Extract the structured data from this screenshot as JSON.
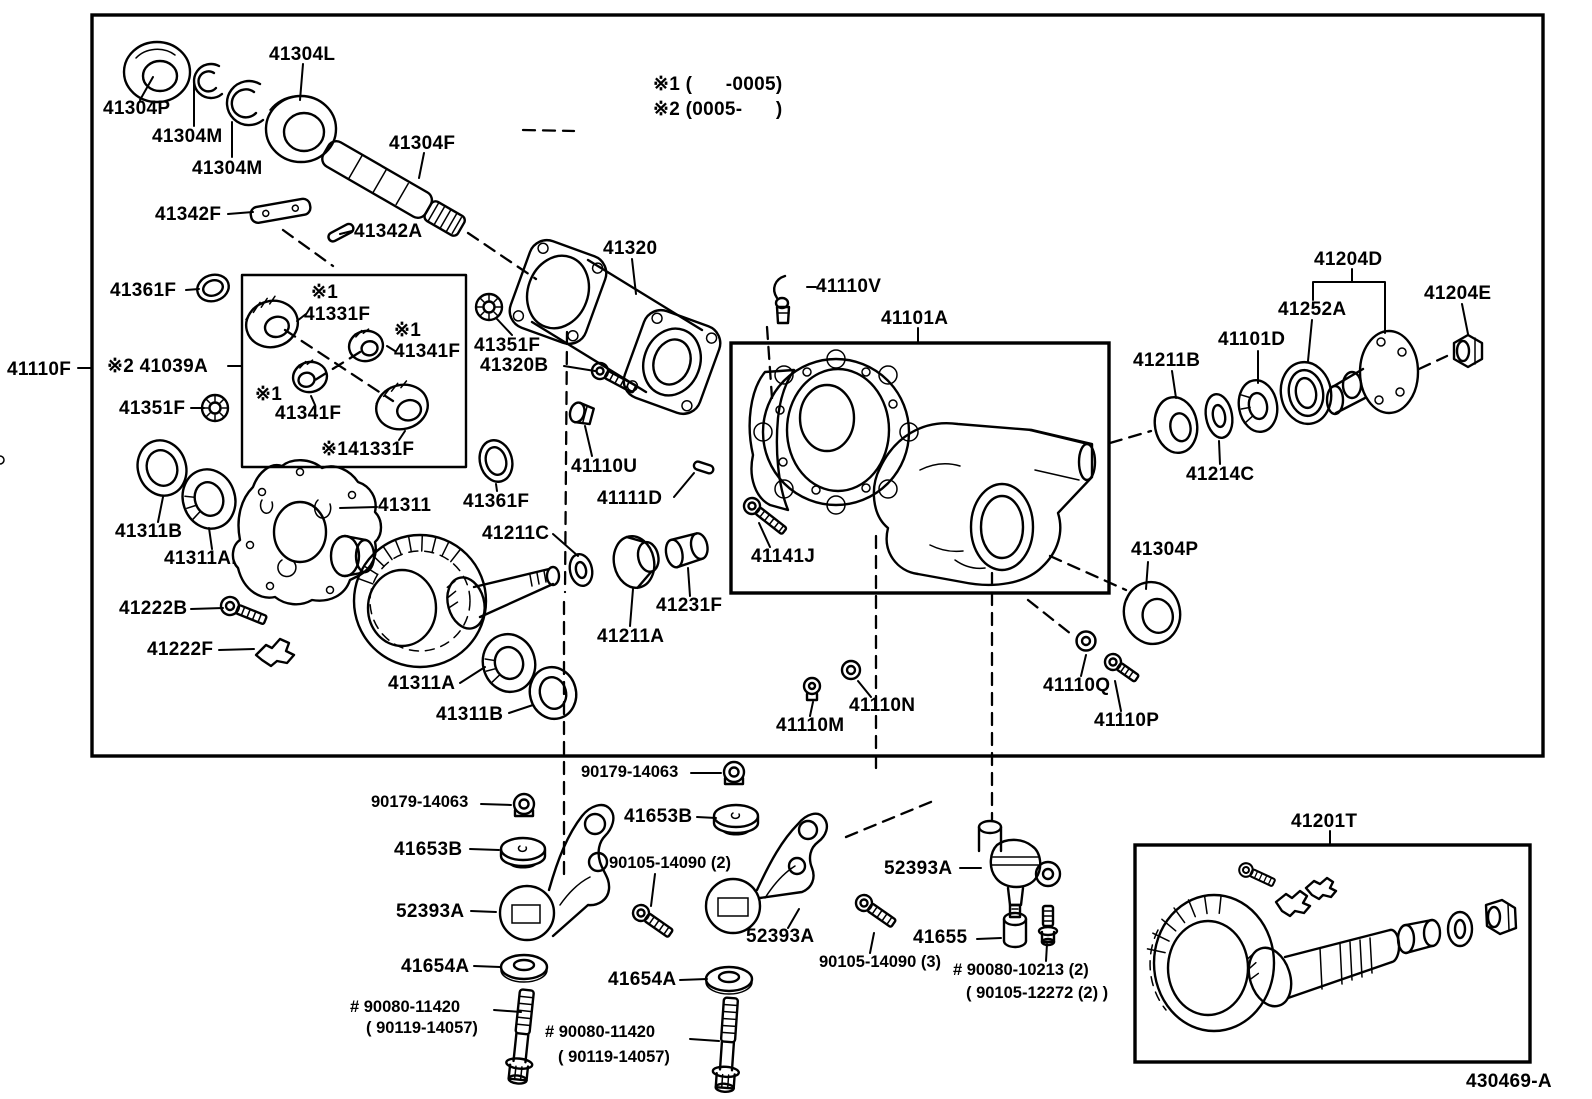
{
  "page": {
    "type": "exploded-parts-diagram",
    "drawing_code": "430469-A"
  },
  "notes": {
    "note1": "※1 (      -0005)",
    "note2": "※2 (0005-      )"
  },
  "labels": [
    {
      "id": "oil-seal-top",
      "text": "41304P"
    },
    {
      "id": "snap-ring-1",
      "text": "41304M"
    },
    {
      "id": "snap-ring-2",
      "text": "41304M"
    },
    {
      "id": "bearing-front",
      "text": "41304L"
    },
    {
      "id": "input-shaft",
      "text": "41304F"
    },
    {
      "id": "plate",
      "text": "41342F"
    },
    {
      "id": "pin-straight",
      "text": "41342A"
    },
    {
      "id": "ring-upper-left",
      "text": "41361F"
    },
    {
      "id": "final-gear-assy",
      "text": "41110F"
    },
    {
      "id": "spider-kit",
      "text": "※2 41039A"
    },
    {
      "id": "star-washer-left",
      "text": "41351F"
    },
    {
      "id": "spider-note-top",
      "text": "※1"
    },
    {
      "id": "side-gear-top",
      "text": "41331F"
    },
    {
      "id": "spider-note-right",
      "text": "※1"
    },
    {
      "id": "pinion-gear-right",
      "text": "41341F"
    },
    {
      "id": "spider-note-lower",
      "text": "※1"
    },
    {
      "id": "pinion-gear-lower",
      "text": "41341F"
    },
    {
      "id": "side-gear-bottom",
      "text": "※141331F"
    },
    {
      "id": "seal-upper",
      "text": "41311B"
    },
    {
      "id": "bearing-upper",
      "text": "41311A."
    },
    {
      "id": "bolt-case",
      "text": "41222B"
    },
    {
      "id": "lock-plate",
      "text": "41222F"
    },
    {
      "id": "diff-case",
      "text": "41311"
    },
    {
      "id": "ring-center",
      "text": "41361F"
    },
    {
      "id": "washer-plate",
      "text": "41211C"
    },
    {
      "id": "star-washer-center",
      "text": "41351F"
    },
    {
      "id": "bolt-tube",
      "text": "41320B"
    },
    {
      "id": "extension-tube",
      "text": "41320"
    },
    {
      "id": "plug",
      "text": "41110U"
    },
    {
      "id": "pin-dowel",
      "text": "41111D"
    },
    {
      "id": "breather",
      "text": "41110V"
    },
    {
      "id": "carrier-assy",
      "text": "41101A"
    },
    {
      "id": "bolt-carrier",
      "text": "41141J"
    },
    {
      "id": "bearing-cone",
      "text": "41211A"
    },
    {
      "id": "spacer-collapsible",
      "text": "41231F"
    },
    {
      "id": "bearing-lower",
      "text": "41311A"
    },
    {
      "id": "seal-lower",
      "text": "41311B"
    },
    {
      "id": "bolt-m",
      "text": "41110M"
    },
    {
      "id": "washer-n",
      "text": "41110N"
    },
    {
      "id": "nut-q",
      "text": "41110Q"
    },
    {
      "id": "bolt-p",
      "text": "41110P"
    },
    {
      "id": "oil-seal-lower",
      "text": "41304P"
    },
    {
      "id": "bearing-rear-1",
      "text": "41211B"
    },
    {
      "id": "bearing-rear-2",
      "text": "41101D"
    },
    {
      "id": "washer-rear",
      "text": "41214C"
    },
    {
      "id": "seal-rear",
      "text": "41252A"
    },
    {
      "id": "companion-flange",
      "text": "41204D"
    },
    {
      "id": "flange-nut",
      "text": "41204E"
    },
    {
      "id": "note-1",
      "text": "※1 (      -0005)"
    },
    {
      "id": "note-2",
      "text": "※2 (0005-      )"
    },
    {
      "id": "nut-90179-right",
      "text": "90179-14063"
    },
    {
      "id": "nut-90179-left",
      "text": "90179-14063"
    },
    {
      "id": "cushion-left",
      "text": "41653B"
    },
    {
      "id": "cushion-right",
      "text": "41653B"
    },
    {
      "id": "bolt-90105-2",
      "text": "90105-14090 (2)"
    },
    {
      "id": "bracket-left",
      "text": "52393A"
    },
    {
      "id": "bracket-right",
      "text": "52393A"
    },
    {
      "id": "support-ball-joint",
      "text": "52393A"
    },
    {
      "id": "washer-left",
      "text": "41654A"
    },
    {
      "id": "washer-right",
      "text": "41654A"
    },
    {
      "id": "bolt-90080-left",
      "text": "# 90080-11420"
    },
    {
      "id": "bolt-90119-left",
      "text": "( 90119-14057)"
    },
    {
      "id": "bolt-90080-right",
      "text": "# 90080-11420"
    },
    {
      "id": "bolt-90119-right",
      "text": "( 90119-14057)"
    },
    {
      "id": "bolt-90105-3",
      "text": "90105-14090 (3)"
    },
    {
      "id": "spacer-41655",
      "text": "41655"
    },
    {
      "id": "bolt-90080-10213",
      "text": "# 90080-10213 (2)"
    },
    {
      "id": "bolt-90105-12272",
      "text": "( 90105-12272 (2) )"
    },
    {
      "id": "ring-pinion-kit",
      "text": "41201T"
    },
    {
      "id": "drawing-code",
      "text": "430469-A"
    }
  ]
}
